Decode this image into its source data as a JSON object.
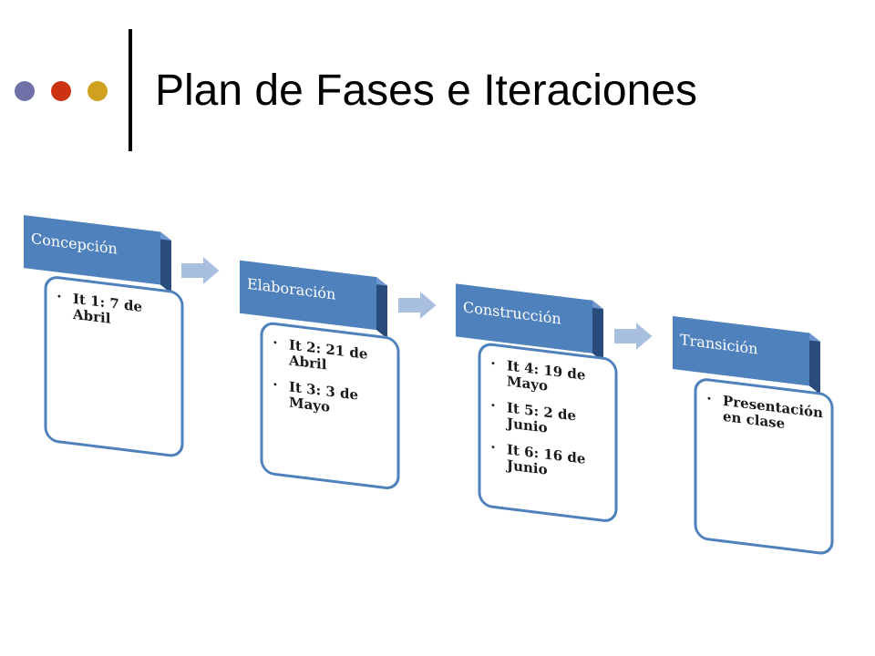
{
  "slide": {
    "title": "Plan de Fases e Iteraciones",
    "dots": [
      {
        "name": "purple-dot",
        "color": "#7070a8"
      },
      {
        "name": "red-dot",
        "color": "#cc3311"
      },
      {
        "name": "gold-dot",
        "color": "#d0a020"
      }
    ]
  },
  "colors": {
    "header_fill": "#4f81bd",
    "header_side": "#294c7a",
    "box_border": "#4f81bd",
    "box_fill": "#ffffff",
    "arrow_fill": "#a9bfe0"
  },
  "phases": [
    {
      "label": "Concepción",
      "items": [
        [
          "It 1: 7 de",
          "Abril"
        ]
      ]
    },
    {
      "label": "Elaboración",
      "items": [
        [
          "It 2: 21 de",
          "Abril"
        ],
        [
          "It 3: 3 de",
          "Mayo"
        ]
      ]
    },
    {
      "label": "Construcción",
      "items": [
        [
          "It 4: 19 de",
          "Mayo"
        ],
        [
          "It 5: 2 de",
          "Junio"
        ],
        [
          "It 6: 16 de",
          "Junio"
        ]
      ]
    },
    {
      "label": "Transición",
      "items": [
        [
          "Presentación",
          "en clase"
        ]
      ]
    }
  ]
}
